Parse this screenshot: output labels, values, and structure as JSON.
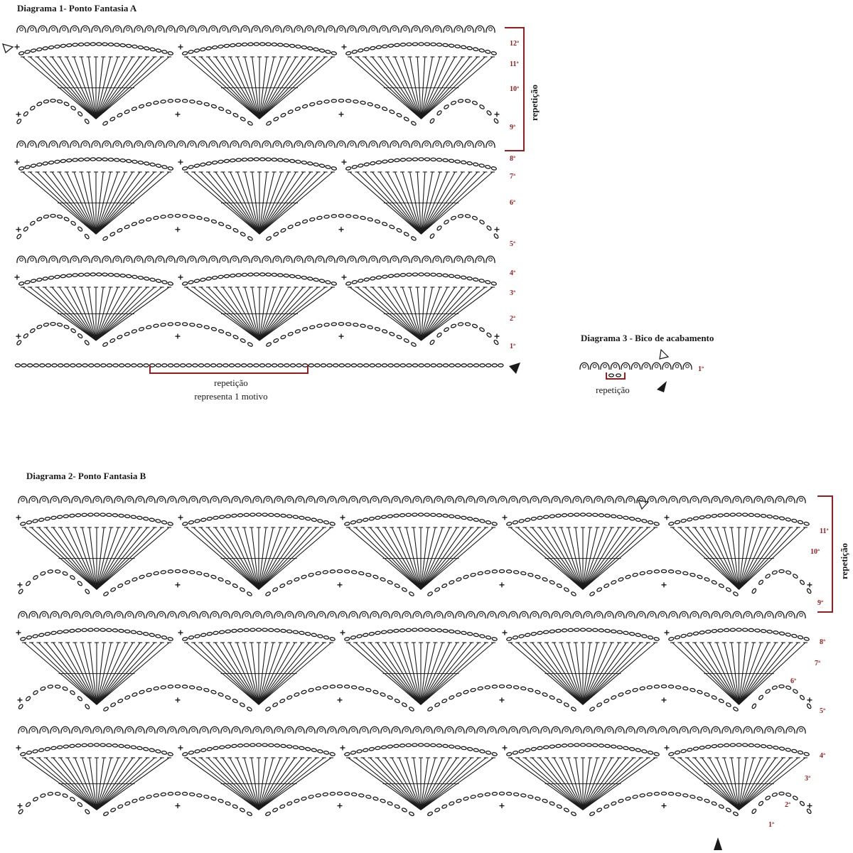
{
  "diagram1": {
    "title": "Diagrama 1- Ponto Fantasia A",
    "repeat_vertical": "repetição",
    "repeat_bottom": "repetição",
    "repeat_bottom_sub": "representa 1 motivo",
    "rows": [
      "1ª",
      "2ª",
      "3ª",
      "4ª",
      "5ª",
      "6ª",
      "7ª",
      "8ª",
      "9ª",
      "10ª",
      "11ª",
      "12ª"
    ]
  },
  "diagram2": {
    "title": "Diagrama 2- Ponto Fantasia B",
    "repeat_vertical": "repetição",
    "rows": [
      "1ª",
      "2ª",
      "3ª",
      "4ª",
      "5ª",
      "6ª",
      "7ª",
      "8ª",
      "9ª",
      "10ª",
      "11ª"
    ]
  },
  "diagram3": {
    "title": "Diagrama 3 - Bico de acabamento",
    "repeat_label": "repetição",
    "row": "1ª"
  },
  "colors": {
    "ink": "#1a1a1a",
    "accent": "#9b1c1c"
  }
}
